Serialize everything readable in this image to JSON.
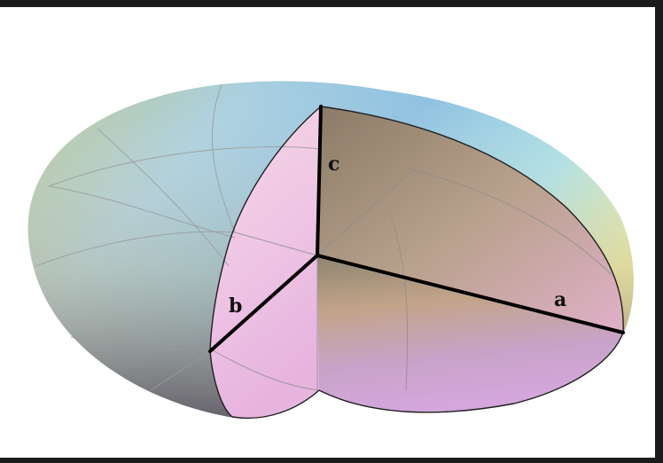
{
  "diagram": {
    "axis_labels": {
      "a": "a",
      "b": "b",
      "c": "c"
    },
    "colors": {
      "outline": "#1f1f1f",
      "semi_axis": "#000000",
      "mesh": "#9a9a9a",
      "surface_blue": "#8fc3e0",
      "surface_cyan": "#a9e0e8",
      "surface_olive": "#c9c98a",
      "surface_brown": "#9c8a78",
      "cut_pink": "#f3c9e2",
      "cut_violet": "#d8a8dc",
      "cut_tan": "#c7a98a",
      "cut_dark": "#8a7a66"
    }
  }
}
